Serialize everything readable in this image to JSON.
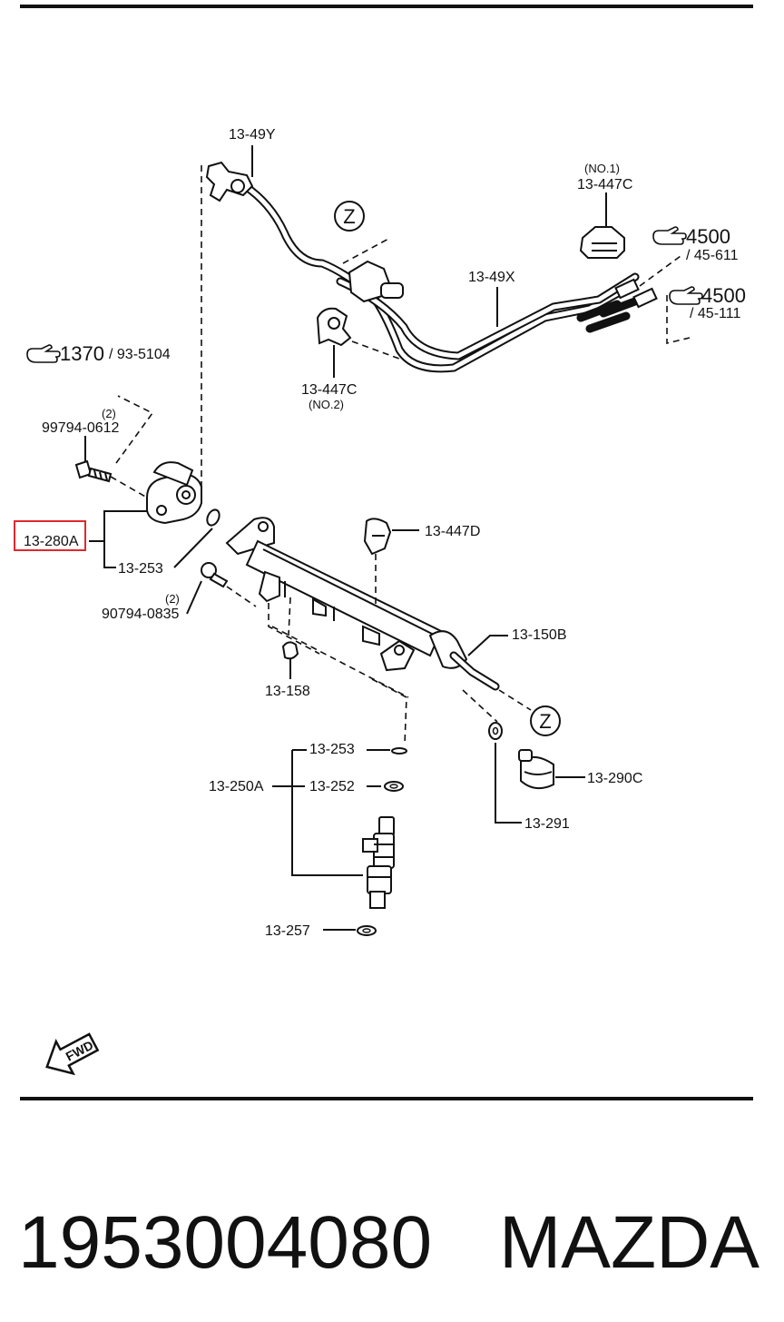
{
  "colors": {
    "ink": "#111111",
    "highlight": "#e0282e",
    "background": "#ffffff"
  },
  "labels": {
    "fuel_pipe_upper": "13-49Y",
    "fuel_pipe_lower": "13-49X",
    "clip_no1_qualifier": "(NO.1)",
    "clip_no1": "13-447C",
    "clip_no2": "13-447C",
    "clip_no2_qualifier": "(NO.2)",
    "ref_1370_num": "1370",
    "ref_1370_page": "/ 93-5104",
    "ref_4500a_num": "4500",
    "ref_4500a_page": "/ 45-611",
    "ref_4500b_num": "4500",
    "ref_4500b_page": "/ 45-111",
    "bolt_upper_qty": "(2)",
    "bolt_upper": "99794-0612",
    "damper_highlighted": "13-280A",
    "oring_damper": "13-253",
    "bolt_lower_qty": "(2)",
    "bolt_lower": "90794-0835",
    "clip_d": "13-447D",
    "insulator": "13-158",
    "delivery_pipe": "13-150B",
    "oring_injector": "13-253",
    "injector_assembly": "13-250A",
    "cushion": "13-252",
    "insulator_lower": "13-257",
    "oring_regulator": "13-291",
    "regulator": "13-290C",
    "z_marker_top": "Z",
    "z_marker_bottom": "Z",
    "fwd": "FWD"
  },
  "icons": {
    "pointer": "pointing-hand-icon",
    "forward": "forward-arrow-icon"
  },
  "footer": {
    "part_number": "1953004080",
    "brand": "MAZDA"
  }
}
